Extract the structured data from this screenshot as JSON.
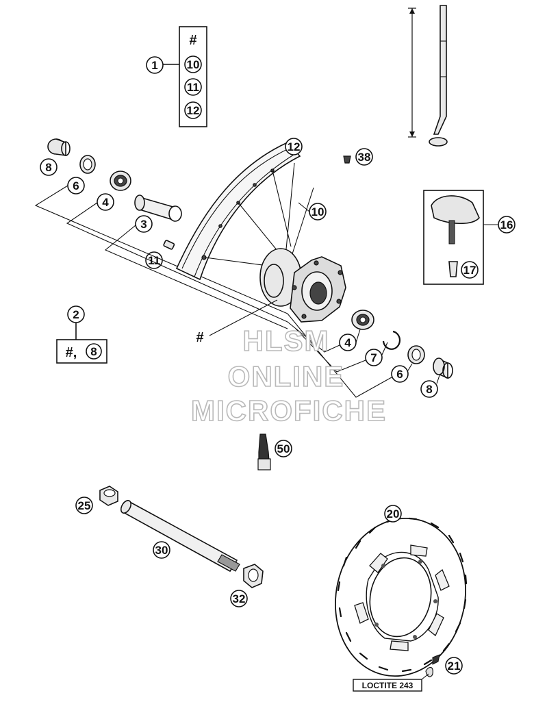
{
  "callouts": {
    "c1": "1",
    "c2": "2",
    "c3": "3",
    "c4a": "4",
    "c4b": "4",
    "c6a": "6",
    "c6b": "6",
    "c7": "7",
    "c8a": "8",
    "c8b": "8",
    "c8c": "8",
    "c10a": "10",
    "c10b": "10",
    "c11a": "11",
    "c11b": "11",
    "c12a": "12",
    "c12b": "12",
    "c16": "16",
    "c17": "17",
    "c20": "20",
    "c21": "21",
    "c25": "25",
    "c30": "30",
    "c32": "32",
    "c38": "38",
    "c50": "50"
  },
  "labels": {
    "hash_box_top": "#",
    "hash_hub": "#",
    "hash_comma": "#,",
    "loctite": "LOCTITE 243"
  },
  "watermark": {
    "line1": "HLSM",
    "line2": "ONLINE",
    "line3": "MICROFICHE"
  }
}
